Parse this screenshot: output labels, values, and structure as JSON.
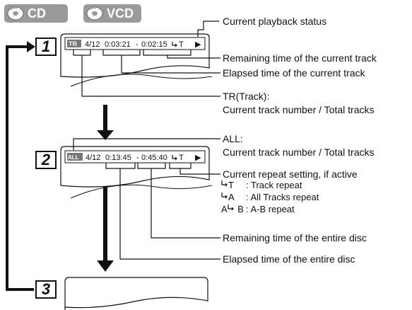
{
  "badges": [
    {
      "text": "CD",
      "icon": "disc-icon"
    },
    {
      "text": "VCD",
      "icon": "disc-icon"
    }
  ],
  "steps": [
    "1",
    "2",
    "3"
  ],
  "screen1": {
    "mode": "TR",
    "track": "4/12",
    "elapsed": "0:03:21",
    "sep": "-",
    "remaining": "0:02:15",
    "repeat": "T",
    "play": "▶"
  },
  "screen2": {
    "mode": "ALL",
    "track": "4/12",
    "elapsed": "0:13:45",
    "sep": "-",
    "remaining": "0:45:40",
    "repeat": "T",
    "play": "▶"
  },
  "labels": {
    "playback_status": "Current playback status",
    "remaining_track": "Remaining time of the current track",
    "elapsed_track": "Elapsed time of the current track",
    "tr_heading": "TR(Track):",
    "tr_desc": "Current track number / Total tracks",
    "all_heading": "ALL:",
    "all_desc": "Current track number / Total tracks",
    "repeat_setting": "Current repeat setting, if active",
    "remaining_disc": "Remaining time of the entire disc",
    "elapsed_disc": "Elapsed time of the entire disc"
  },
  "repeat_modes": [
    {
      "symbol": "T",
      "desc": ": Track repeat"
    },
    {
      "symbol": "A",
      "desc": ": All Tracks repeat"
    },
    {
      "symbol": "A-B",
      "desc": ": A-B repeat"
    }
  ]
}
